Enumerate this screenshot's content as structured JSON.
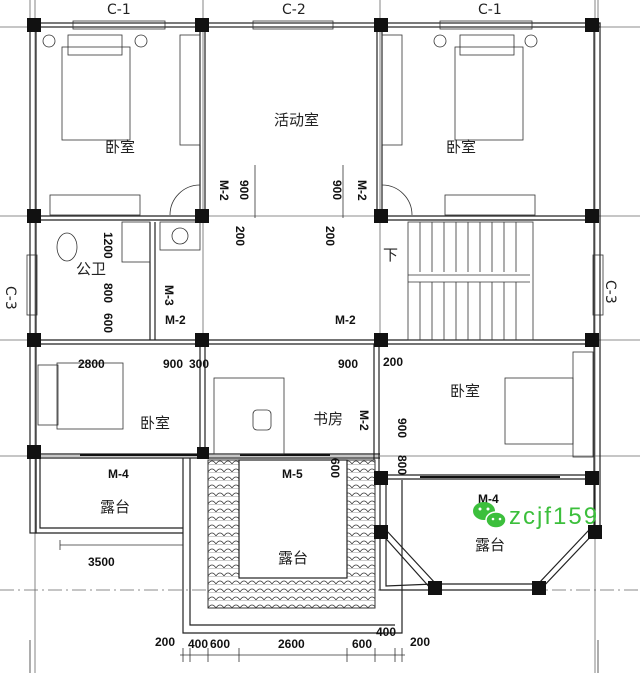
{
  "windows": {
    "c1_left": "C-1",
    "c2": "C-2",
    "c1_right": "C-1",
    "c3_left": "C-3",
    "c3_right": "C-3"
  },
  "rooms": {
    "activity_room": "活动室",
    "bedroom_nw": "卧室",
    "bedroom_ne": "卧室",
    "bedroom_sw": "卧室",
    "bedroom_se": "卧室",
    "public_bath": "公卫",
    "study": "书房",
    "terrace_left": "露台",
    "terrace_center": "露台",
    "terrace_right": "露台",
    "stair_down": "下"
  },
  "doors": {
    "m2_a": "M-2",
    "m2_b": "M-2",
    "m2_c": "M-2",
    "m2_d": "M-2",
    "m2_e": "M-2",
    "m3": "M-3",
    "m4_left": "M-4",
    "m4_right": "M-4",
    "m5": "M-5"
  },
  "dimensions": {
    "d900_a": "900",
    "d900_b": "900",
    "d200_a": "200",
    "d200_b": "200",
    "d1200": "1200",
    "d800_a": "800",
    "d600_a": "600",
    "d2800": "2800",
    "d900_c": "900",
    "d300": "300",
    "d900_d": "900",
    "d200_c": "200",
    "d900_e": "900",
    "d800_b": "800",
    "d600_b": "600",
    "d3500": "3500",
    "bottom": [
      "200",
      "400",
      "600",
      "2600",
      "600",
      "400",
      "200"
    ]
  },
  "contact": {
    "wechat_id": "zcjf159",
    "icon": "wechat-icon",
    "color": "#3cbf3c"
  }
}
